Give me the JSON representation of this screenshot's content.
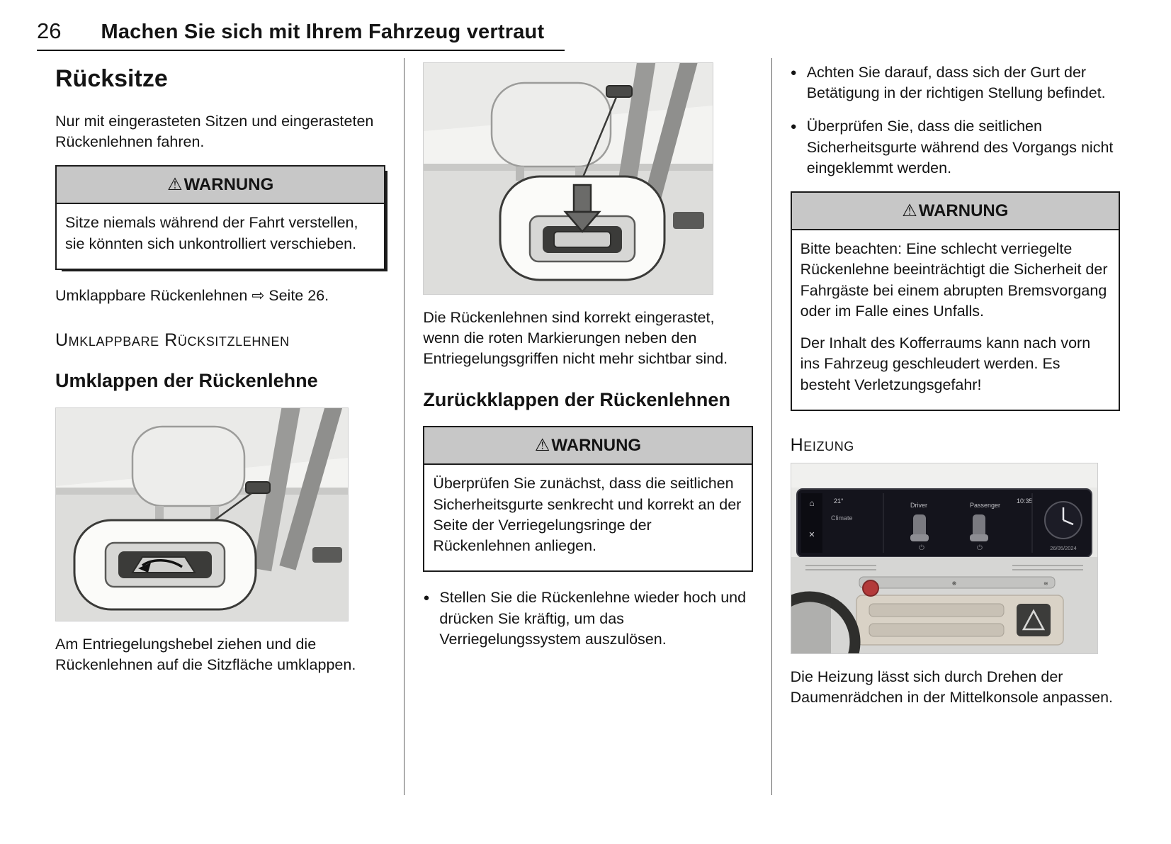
{
  "warning_symbol": "⚠",
  "page": {
    "number": "26",
    "header_title": "Machen Sie sich mit Ihrem Fahrzeug vertraut"
  },
  "col1": {
    "title": "Rücksitze",
    "intro": "Nur mit eingerasteten Sitzen und eingerasteten Rückenlehnen fahren.",
    "warning1": {
      "label": "WARNUNG",
      "body": "Sitze niemals während der Fahrt verstellen, sie könnten sich unkontrolliert verschieben."
    },
    "crossref": "Umklappbare Rückenlehnen ⇨ Seite 26.",
    "smallcaps_heading": "Umklappbare Rücksitzlehnen",
    "subheading": "Umklappen der Rückenlehne",
    "caption": "Am Entriegelungshebel ziehen und die Rückenlehnen auf die Sitzfläche umklappen."
  },
  "col2": {
    "para1": "Die Rückenlehnen sind korrekt eingerastet, wenn die roten Markierungen neben den Entriegelungsgriffen nicht mehr sichtbar sind.",
    "subheading": "Zurückklappen der Rückenlehnen",
    "warning": {
      "label": "WARNUNG",
      "body": "Überprüfen Sie zunächst, dass die seitlichen Sicherheitsgurte senkrecht und korrekt an der Seite der Verriegelungsringe der Rückenlehnen anliegen."
    },
    "bullet1": "Stellen Sie die Rückenlehne wieder hoch und drücken Sie kräftig, um das Verriegelungssystem auszulösen."
  },
  "col3": {
    "bullet1": "Achten Sie darauf, dass sich der Gurt der Betätigung in der richtigen Stellung befindet.",
    "bullet2": "Überprüfen Sie, dass die seitlichen Sicherheitsgurte während des Vorgangs nicht eingeklemmt werden.",
    "warning": {
      "label": "WARNUNG",
      "body1": "Bitte beachten: Eine schlecht verriegelte Rückenlehne beeinträchtigt die Sicherheit der Fahrgäste bei einem abrupten Bremsvorgang oder im Falle eines Unfalls.",
      "body2": "Der Inhalt des Kofferraums kann nach vorn ins Fahrzeug geschleudert werden. Es besteht Verletzungsgefahr!"
    },
    "smallcaps_heading": "Heizung",
    "screen": {
      "temp": "21°",
      "time": "10:35",
      "climate": "Climate",
      "driver": "Driver",
      "passenger": "Passenger",
      "date": "26/05/2024"
    },
    "caption": "Die Heizung lässt sich durch Drehen der Daumenrädchen in der Mittelkonsole anpassen."
  }
}
